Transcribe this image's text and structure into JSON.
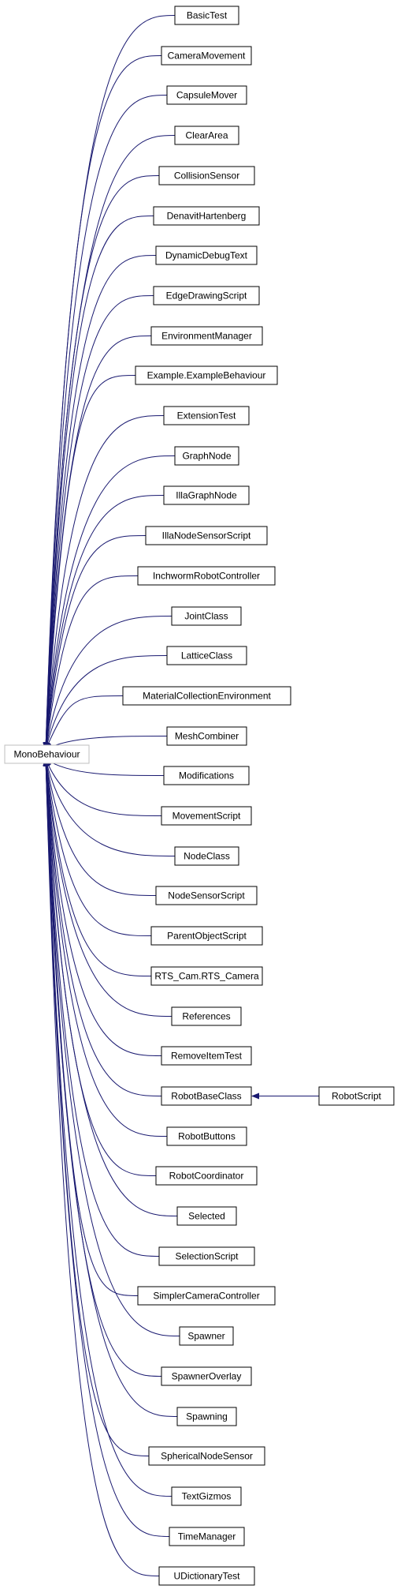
{
  "diagram": {
    "root": {
      "label": "MonoBehaviour",
      "border_color": "#bfbfbf"
    },
    "edge_color": "#191970",
    "node_border_color": "#000000",
    "children": [
      {
        "label": "BasicTest"
      },
      {
        "label": "CameraMovement"
      },
      {
        "label": "CapsuleMover"
      },
      {
        "label": "ClearArea"
      },
      {
        "label": "CollisionSensor"
      },
      {
        "label": "DenavitHartenberg"
      },
      {
        "label": "DynamicDebugText"
      },
      {
        "label": "EdgeDrawingScript"
      },
      {
        "label": "EnvironmentManager"
      },
      {
        "label": "Example.ExampleBehaviour"
      },
      {
        "label": "ExtensionTest"
      },
      {
        "label": "GraphNode"
      },
      {
        "label": "IllaGraphNode"
      },
      {
        "label": "IllaNodeSensorScript"
      },
      {
        "label": "InchwormRobotController"
      },
      {
        "label": "JointClass"
      },
      {
        "label": "LatticeClass"
      },
      {
        "label": "MaterialCollectionEnvironment"
      },
      {
        "label": "MeshCombiner"
      },
      {
        "label": "Modifications"
      },
      {
        "label": "MovementScript"
      },
      {
        "label": "NodeClass"
      },
      {
        "label": "NodeSensorScript"
      },
      {
        "label": "ParentObjectScript"
      },
      {
        "label": "RTS_Cam.RTS_Camera"
      },
      {
        "label": "References"
      },
      {
        "label": "RemoveItemTest"
      },
      {
        "label": "RobotBaseClass",
        "subclass": "RobotScript"
      },
      {
        "label": "RobotButtons"
      },
      {
        "label": "RobotCoordinator"
      },
      {
        "label": "Selected"
      },
      {
        "label": "SelectionScript"
      },
      {
        "label": "SimplerCameraController"
      },
      {
        "label": "Spawner"
      },
      {
        "label": "SpawnerOverlay"
      },
      {
        "label": "Spawning"
      },
      {
        "label": "SphericalNodeSensor"
      },
      {
        "label": "TextGizmos"
      },
      {
        "label": "TimeManager"
      },
      {
        "label": "UDictionaryTest"
      }
    ]
  }
}
